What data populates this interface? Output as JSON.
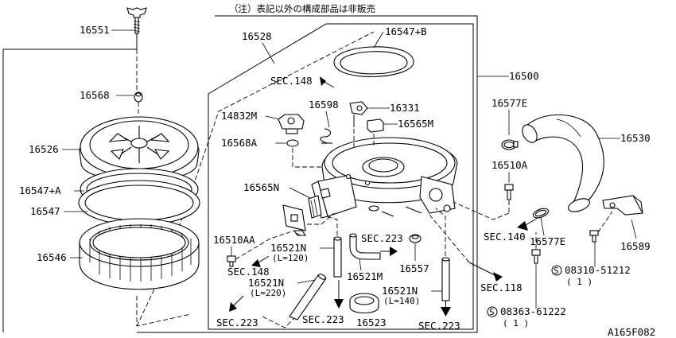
{
  "note": "（注）表記以外の構成部品は非販売",
  "diagram_code": "A165F082",
  "parts": {
    "p16551": "16551",
    "p16528": "16528",
    "p16547b": "16547+B",
    "p16500": "16500",
    "p16568": "16568",
    "p16598": "16598",
    "p16331": "16331",
    "p14832m": "14832M",
    "p16565m": "16565M",
    "p16577e_top": "16577E",
    "p16530": "16530",
    "p16526": "16526",
    "p16568a": "16568A",
    "p16510a": "16510A",
    "p16547a": "16547+A",
    "p16565n": "16565N",
    "p16547": "16547",
    "p16577e_bot": "16577E",
    "p16589": "16589",
    "p16510aa": "16510AA",
    "p16521n_1": "16521N",
    "p16521n_1_len": "(L=120)",
    "p16546": "16546",
    "p16557": "16557",
    "p16521m": "16521M",
    "p16521n_2": "16521N",
    "p16521n_2_len": "(L=220)",
    "p16521n_3": "16521N",
    "p16521n_3_len": "(L=140)",
    "p16523": "16523",
    "bolt1_num": "08310-51212",
    "bolt1_qty": "( 1 )",
    "bolt2_num": "08363-61222",
    "bolt2_qty": "( 1 )",
    "bolt_mark": "S"
  },
  "sections": {
    "sec148_top": "SEC.148",
    "sec223_mid": "SEC.223",
    "sec140": "SEC.140",
    "sec148_bot": "SEC.148",
    "sec118": "SEC.118",
    "sec223_left": "SEC.223",
    "sec223_center": "SEC.223",
    "sec223_right": "SEC.223"
  }
}
